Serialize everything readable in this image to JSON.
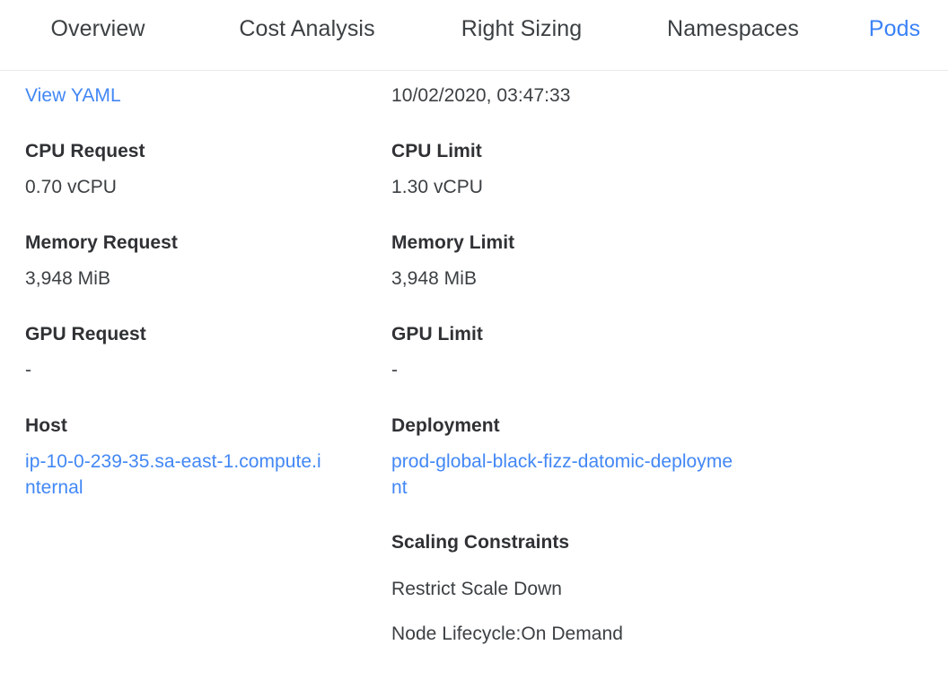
{
  "tabs": [
    {
      "id": "overview",
      "label": "Overview",
      "active": false
    },
    {
      "id": "cost",
      "label": "Cost Analysis",
      "active": false
    },
    {
      "id": "rightsize",
      "label": "Right Sizing",
      "active": false
    },
    {
      "id": "namespaces",
      "label": "Namespaces",
      "active": false
    },
    {
      "id": "pods",
      "label": "Pods",
      "active": true
    }
  ],
  "colors": {
    "accent": "#3b82f6",
    "link": "#4287f5",
    "text": "#3c4043",
    "label": "#2f3134",
    "divider": "#e9eaec",
    "background": "#ffffff"
  },
  "left": {
    "view_yaml_link": "View YAML",
    "cpu_request_label": "CPU Request",
    "cpu_request_value": "0.70 vCPU",
    "memory_request_label": "Memory Request",
    "memory_request_value": "3,948 MiB",
    "gpu_request_label": "GPU Request",
    "gpu_request_value": "-",
    "host_label": "Host",
    "host_value": "ip-10-0-239-35.sa-east-1.compute.internal"
  },
  "right": {
    "timestamp": "10/02/2020, 03:47:33",
    "cpu_limit_label": "CPU Limit",
    "cpu_limit_value": "1.30 vCPU",
    "memory_limit_label": "Memory Limit",
    "memory_limit_value": "3,948 MiB",
    "gpu_limit_label": "GPU Limit",
    "gpu_limit_value": "-",
    "deployment_label": "Deployment",
    "deployment_value": "prod-global-black-fizz-datomic-deployment",
    "scaling_constraints_label": "Scaling Constraints",
    "scaling_constraint_1": "Restrict Scale Down",
    "scaling_constraint_2": "Node Lifecycle:On Demand"
  }
}
